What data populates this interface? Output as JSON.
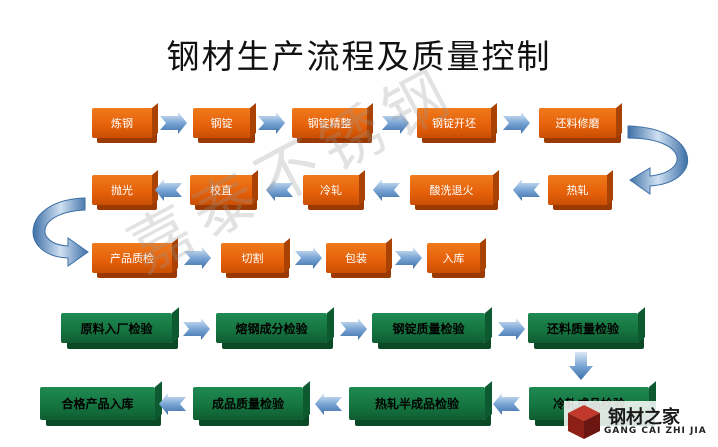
{
  "title": "钢材生产流程及质量控制",
  "watermark": "嘉泰不锈钢",
  "production_row1": [
    "炼钢",
    "钢锭",
    "钢锭精整",
    "钢锭开坯",
    "还料修磨"
  ],
  "production_row2": [
    "热轧",
    "酸洗退火",
    "冷轧",
    "校直",
    "抛光"
  ],
  "production_row3": [
    "产品质检",
    "切割",
    "包装",
    "入库"
  ],
  "quality_row1": [
    "原料入厂检验",
    "熔钢成分检验",
    "钢锭质量检验",
    "还料质量检验"
  ],
  "quality_row2": [
    "合格产品入库",
    "成品质量检验",
    "热轧半成品检验",
    "冷轧成品检验"
  ],
  "logo": {
    "name": "钢材之家",
    "pinyin": "GANG CAI ZHI JIA"
  },
  "colors": {
    "production": "#e4600a",
    "quality": "#15733f",
    "arrow": "#5a8fc7"
  }
}
